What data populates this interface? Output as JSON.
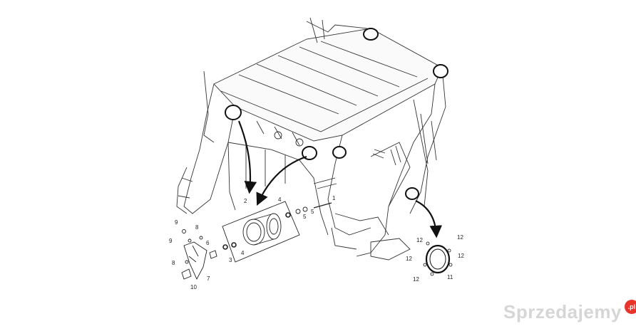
{
  "diagram": {
    "callouts": {
      "c1": "1",
      "c2": "2",
      "c3": "3",
      "c4a": "4",
      "c4b": "4",
      "c5a": "5",
      "c5b": "5",
      "c6": "6",
      "c7": "7",
      "c8a": "8",
      "c8b": "8",
      "c9a": "9",
      "c9b": "9",
      "c10": "10",
      "c11": "11",
      "c12a": "12",
      "c12b": "12",
      "c12c": "12",
      "c12d": "12",
      "c12e": "12"
    }
  },
  "watermark": {
    "brand": "Sprzedajemy",
    "tld": ".pl",
    "badge_color": "#e8342a"
  }
}
